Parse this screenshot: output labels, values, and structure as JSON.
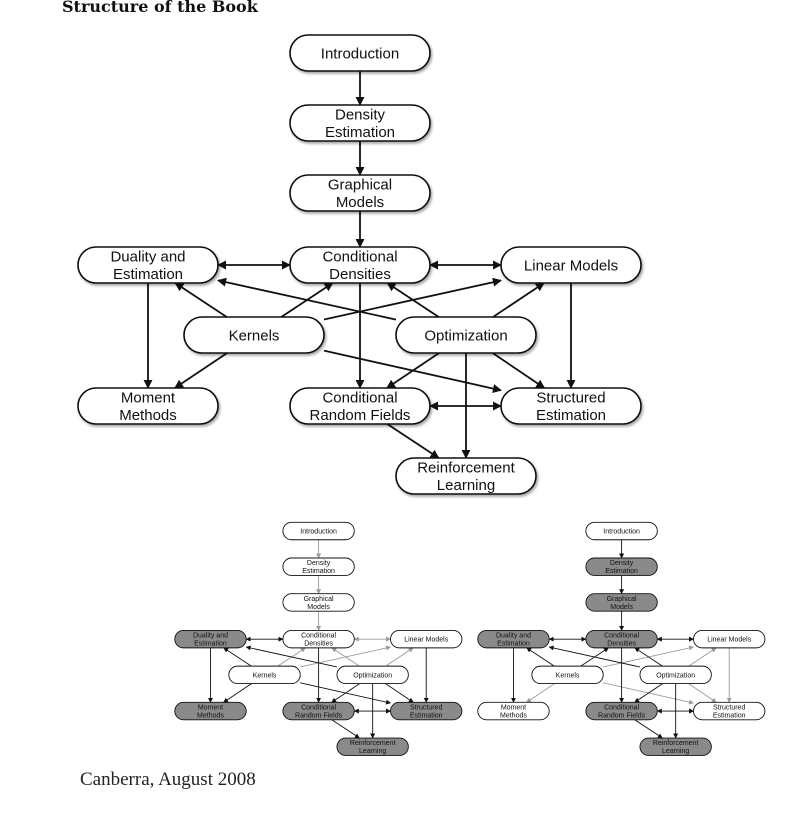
{
  "heading": "Structure of the Book",
  "footer": "Canberra, August 2008",
  "colors": {
    "node_fill": "#ffffff",
    "node_highlight": "#8a8a8a",
    "edge": "#111111",
    "faded_edge": "#9a9a9a"
  },
  "nodes": [
    {
      "id": "intro",
      "lines": [
        "Introduction"
      ]
    },
    {
      "id": "density",
      "lines": [
        "Density",
        "Estimation"
      ]
    },
    {
      "id": "graphical",
      "lines": [
        "Graphical",
        "Models"
      ]
    },
    {
      "id": "duality",
      "lines": [
        "Duality and",
        "Estimation"
      ]
    },
    {
      "id": "conddens",
      "lines": [
        "Conditional",
        "Densities"
      ]
    },
    {
      "id": "linear",
      "lines": [
        "Linear Models"
      ]
    },
    {
      "id": "kernels",
      "lines": [
        "Kernels"
      ]
    },
    {
      "id": "optimization",
      "lines": [
        "Optimization"
      ]
    },
    {
      "id": "moment",
      "lines": [
        "Moment",
        "Methods"
      ]
    },
    {
      "id": "crf",
      "lines": [
        "Conditional",
        "Random Fields"
      ]
    },
    {
      "id": "structured",
      "lines": [
        "Structured",
        "Estimation"
      ]
    },
    {
      "id": "rl",
      "lines": [
        "Reinforcement",
        "Learning"
      ]
    }
  ],
  "edges": [
    {
      "from": "intro",
      "to": "density"
    },
    {
      "from": "density",
      "to": "graphical"
    },
    {
      "from": "graphical",
      "to": "conddens"
    },
    {
      "from": "duality",
      "to": "conddens",
      "both": true
    },
    {
      "from": "conddens",
      "to": "linear",
      "both": true
    },
    {
      "from": "kernels",
      "to": "duality"
    },
    {
      "from": "kernels",
      "to": "conddens"
    },
    {
      "from": "kernels",
      "to": "linear"
    },
    {
      "from": "kernels",
      "to": "moment"
    },
    {
      "from": "kernels",
      "to": "structured"
    },
    {
      "from": "optimization",
      "to": "duality"
    },
    {
      "from": "optimization",
      "to": "conddens"
    },
    {
      "from": "optimization",
      "to": "linear"
    },
    {
      "from": "optimization",
      "to": "crf"
    },
    {
      "from": "optimization",
      "to": "structured"
    },
    {
      "from": "optimization",
      "to": "rl"
    },
    {
      "from": "duality",
      "to": "moment"
    },
    {
      "from": "linear",
      "to": "structured"
    },
    {
      "from": "conddens",
      "to": "crf"
    },
    {
      "from": "crf",
      "to": "structured",
      "both": true
    },
    {
      "from": "crf",
      "to": "rl"
    }
  ],
  "variants": [
    {
      "name": "course-one",
      "highlighted": [
        "duality",
        "moment",
        "crf",
        "structured",
        "rl"
      ]
    },
    {
      "name": "course-two",
      "highlighted": [
        "density",
        "graphical",
        "conddens",
        "duality",
        "crf",
        "rl"
      ]
    }
  ]
}
